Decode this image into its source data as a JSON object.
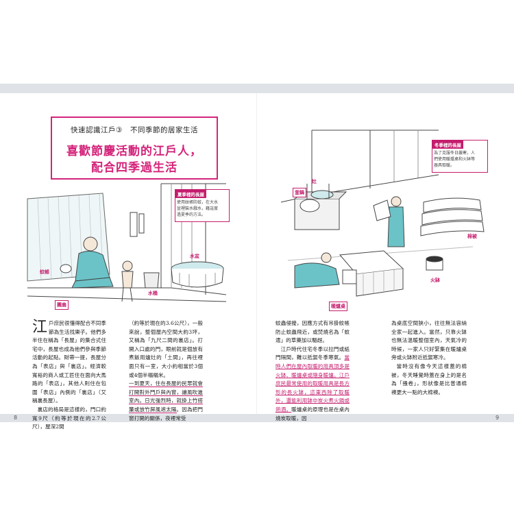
{
  "page_numbers": {
    "left": "8",
    "right": "9"
  },
  "title_box": {
    "subtitle": "快速認識江戶③　不同季節的居家生活",
    "main_line1": "喜歡節慶活動的江戶人，",
    "main_line2": "配合四季過生活"
  },
  "summer": {
    "header": "夏季裡的長屋",
    "caption": [
      "使用紋帳防蚊，在大水",
      "盆裡裝水戲水，藉這度",
      "過夏季的方法。"
    ],
    "labels": {
      "mosquito_net": "蚊帳",
      "fan": "團扇",
      "tub": "水盆",
      "bucket": "水桶"
    }
  },
  "winter": {
    "header": "冬季裡的長屋",
    "caption": [
      "為了克服冬日嚴寒，人",
      "們使用暖爐桌和火缽等",
      "器具取暖。"
    ],
    "labels": {
      "stove": "灶",
      "kettle": "釜鍋",
      "futon": "棉被",
      "hibachi": "火缽",
      "kotatsu": "暖爐桌"
    }
  },
  "body": {
    "col1": {
      "dropcap": "江",
      "text": "戶庶民很懂得配合不同季節為生活找樂子。他們多半住在稱為「長屋」的集合式住宅中，長屋也成為他們參與季節活動的起點。財帶一提，長屋分為「表店」與「裏店」。經濟較寬裕的商人或工匠住在面向大馬路的「表店」，其他人則住在包圍「表店」內側的「裏店」（又稱裏長屋）。",
      "text2": "裏店的格局是這樣的，門口約寬9尺（約等於現在的2.7公尺），屋深2間"
    },
    "col2": {
      "text": "（約等於現在的3.6公尺），一般來說，整個屋內空間大約3坪，又稱為「九尺二間的裏店」。打開入口處的門，眼前就是個放有煮飯用爐灶的「土間」，再往裡面只有一室，大小約相當於3個或4個半榻榻米。",
      "hl": "一到夏天，住在長屋的民眾就會打開對外門戶與內窗，讓風吹進室內。日光強烈時，就掛上竹搭簾或放竹屏風遮太陽",
      "text2": "。因為把門窗打開的關係，夜裡常受"
    },
    "col3": {
      "text": "蚊蟲侵擾，因應方式有吊掛紋帳防止蚊蟲飛近，或焚燒名為「蚊遣」的草藥加以驅趕。",
      "text2": "江戶時代住宅冬季以拉門或紙門隔間，難以抵禦冬季寒氣。",
      "hl": "當時人們在屋內取暖的用具頂多是火缽、暖爐桌或隨身暖爐。江戶庶民最常使用的取暖用具是長方形的長火缽，這東西除了取暖外，還能利用缽中炭火煮火鍋或熱酒。",
      "text3": "暖爐桌的原理也是在桌內燒炭取暖，因"
    },
    "col4": {
      "text": "為桌底空間狹小，往往無法容納全家一起進入。當然，只靠火缽也無法溫暖整個室內，天氣冷的時候，一家人只好緊集在暖爐桌旁或火缽附近抵禦寒冷。",
      "text2": "當時沒有像今天這樣蓋的棉被，冬天睡覺時蓋在身上的是名為「搔卷」，形狀像是比普通棉襖更大一點的大棉襖。"
    }
  },
  "colors": {
    "accent": "#c41d6d",
    "band": "#dfe3e7",
    "teal": "#6bc3c8"
  }
}
